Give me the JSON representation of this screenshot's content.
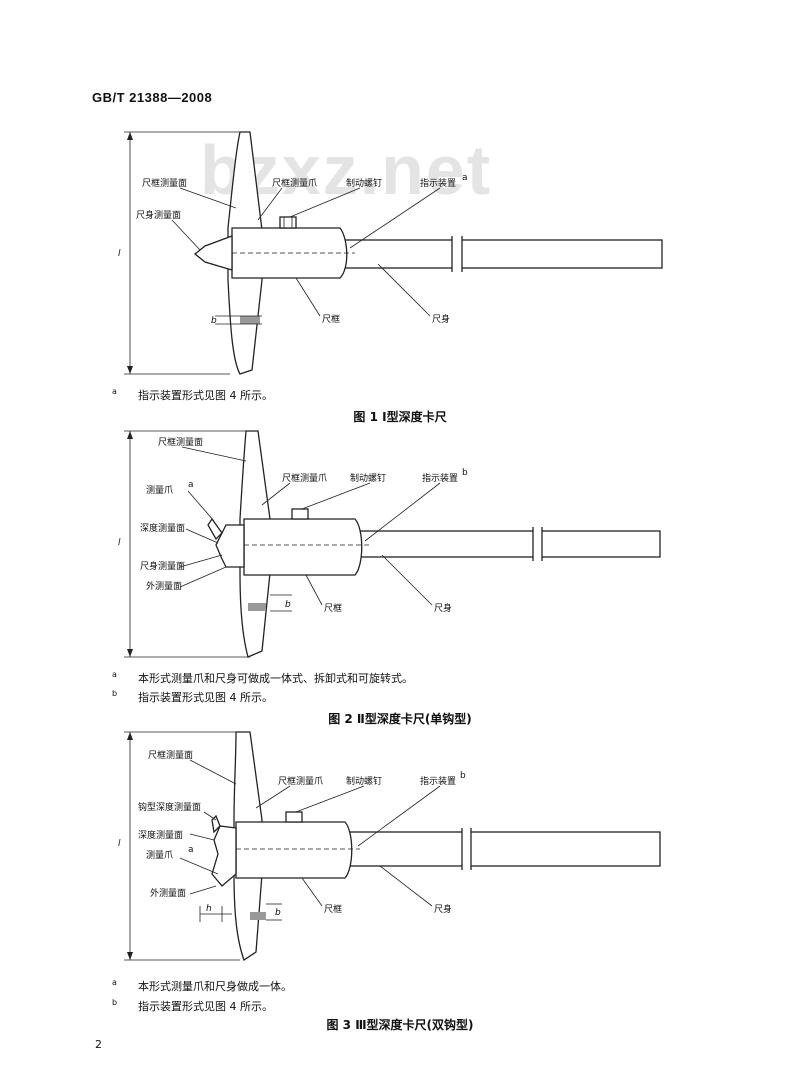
{
  "header": {
    "standard_code": "GB/T 21388—2008"
  },
  "watermark": "bzxz.net",
  "figures": [
    {
      "caption": "图 1  Ⅰ型深度卡尺",
      "labels": {
        "frame_face": "尺框测量面",
        "frame_jaw": "尺框测量爪",
        "lock_screw": "制动螺钉",
        "indicator": "指示装置",
        "indicator_mark": "a",
        "beam_face": "尺身测量面",
        "frame": "尺框",
        "beam": "尺身",
        "dim_l": "l",
        "dim_b": "b"
      },
      "notes": [
        {
          "mark": "a",
          "text": "指示装置形式见图 4 所示。"
        }
      ]
    },
    {
      "caption": "图 2  Ⅱ型深度卡尺(单钩型)",
      "labels": {
        "frame_face": "尺框测量面",
        "frame_jaw": "尺框测量爪",
        "lock_screw": "制动螺钉",
        "indicator": "指示装置",
        "indicator_mark": "b",
        "jaw": "测量爪",
        "jaw_mark": "a",
        "depth_face": "深度测量面",
        "beam_face": "尺身测量面",
        "outer_face": "外测量面",
        "frame": "尺框",
        "beam": "尺身",
        "dim_l": "l",
        "dim_b": "b"
      },
      "notes": [
        {
          "mark": "a",
          "text": "本形式测量爪和尺身可做成一体式、拆卸式和可旋转式。"
        },
        {
          "mark": "b",
          "text": "指示装置形式见图 4 所示。"
        }
      ]
    },
    {
      "caption": "图 3  Ⅲ型深度卡尺(双钩型)",
      "labels": {
        "frame_face": "尺框测量面",
        "frame_jaw": "尺框测量爪",
        "lock_screw": "制动螺钉",
        "indicator": "指示装置",
        "indicator_mark": "b",
        "hook_face": "钩型深度测量面",
        "depth_face": "深度测量面",
        "jaw": "测量爪",
        "jaw_mark": "a",
        "outer_face": "外测量面",
        "frame": "尺框",
        "beam": "尺身",
        "dim_l": "l",
        "dim_h": "h",
        "dim_b": "b"
      },
      "notes": [
        {
          "mark": "a",
          "text": "本形式测量爪和尺身做成一体。"
        },
        {
          "mark": "b",
          "text": "指示装置形式见图 4 所示。"
        }
      ]
    }
  ],
  "footer": {
    "page_number": "2"
  }
}
